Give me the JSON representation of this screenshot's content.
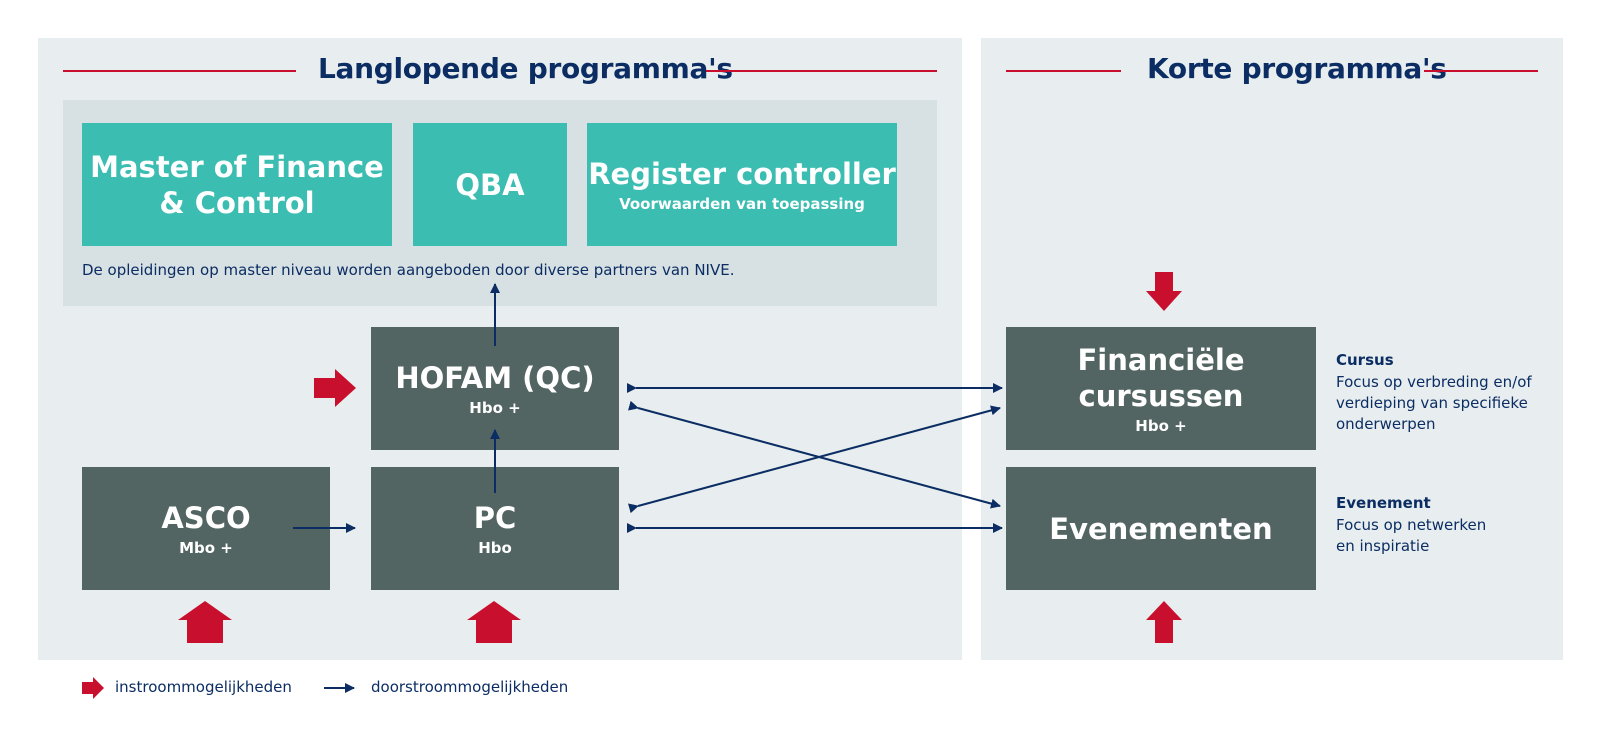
{
  "long_programs": {
    "heading": "Langlopende programma's",
    "master_boxes": [
      {
        "title": "Master of Finance\n& Control",
        "subtitle": ""
      },
      {
        "title": "QBA",
        "subtitle": ""
      },
      {
        "title": "Register controller",
        "subtitle": "Voorwaarden van toepassing"
      }
    ],
    "master_note": "De opleidingen op master niveau worden aangeboden door diverse partners van NIVE.",
    "hofam": {
      "title": "HOFAM (QC)",
      "subtitle": "Hbo +"
    },
    "asco": {
      "title": "ASCO",
      "subtitle": "Mbo +"
    },
    "pc": {
      "title": "PC",
      "subtitle": "Hbo"
    }
  },
  "short_programs": {
    "heading": "Korte programma's",
    "cursussen": {
      "title": "Financiële cursussen",
      "subtitle": "Hbo +"
    },
    "evenementen": {
      "title": "Evenementen",
      "subtitle": ""
    },
    "cursus_label": "Cursus",
    "cursus_text": "Focus op verbreding en/of\nverdieping van specifieke\nonderwerpen",
    "evenement_label": "Evenement",
    "evenement_text": "Focus op netwerken\nen inspiratie"
  },
  "legend": {
    "instroom": "instroommogelijkheden",
    "doorstroom": "doorstroommogelijkheden"
  },
  "colors": {
    "navy": "#0b2d63",
    "red": "#c8102e",
    "teal": "#3bbdb2",
    "dark_box": "#536563",
    "panel": "#e8eeef"
  }
}
